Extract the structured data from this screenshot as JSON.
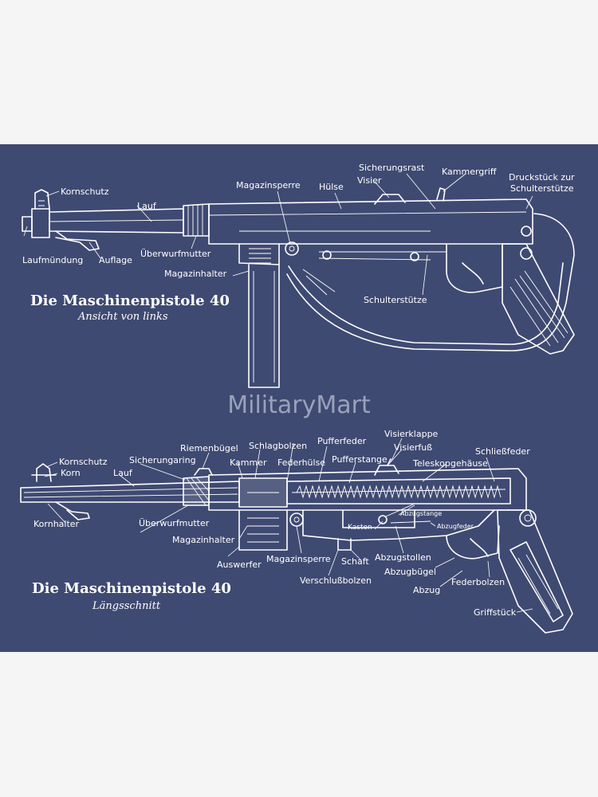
{
  "watermark": "MilitaryMart",
  "colors": {
    "background": "#3f4a72",
    "lines": "#ffffff",
    "page": "#f5f5f5"
  },
  "view_left": {
    "title": "Die Maschinenpistole 40",
    "subtitle": "Ansicht von links",
    "labels": {
      "kornschutz": "Kornschutz",
      "lauf": "Lauf",
      "laufmuendung": "Laufmündung",
      "auflage": "Auflage",
      "ueberwurfmutter": "Überwurfmutter",
      "magazinsperre": "Magazinsperre",
      "magazinhalter": "Magazinhalter",
      "huelse": "Hülse",
      "sicherungsrast": "Sicherungsrast",
      "visier": "Visier",
      "kammergriff": "Kammergriff",
      "druckstueck_1": "Druckstück zur",
      "druckstueck_2": "Schulterstütze",
      "schulterstuetze": "Schulterstütze"
    }
  },
  "view_section": {
    "title": "Die Maschinenpistole 40",
    "subtitle": "Längsschnitt",
    "labels": {
      "kornschutz": "Kornschutz",
      "korn": "Korn",
      "kornhalter": "Kornhalter",
      "sicherungaring": "Sicherungaring",
      "lauf": "Lauf",
      "riemenbuegel": "Riemenbügel",
      "schlagbolzen": "Schlagbolzen",
      "kammer": "Kammer",
      "federhuelse": "Federhülse",
      "pufferfeder": "Pufferfeder",
      "pufferstange": "Pufferstange",
      "visierklappe": "Visierklappe",
      "visierfuss": "Visierfuß",
      "teleskopgehaeuse": "Teleskopgehäuse",
      "schliessfeder": "Schließfeder",
      "ueberwurfmutter": "Überwurfmutter",
      "magazinhalter": "Magazinhalter",
      "auswerfer": "Auswerfer",
      "magazinsperre": "Magazinsperre",
      "verschlussbolzen": "Verschlußbolzen",
      "schaft": "Schaft",
      "kasten": "Kasten",
      "abzugstange": "Abzugstange",
      "abzugfeder": "Abzugfeder",
      "abzugstollen": "Abzugstollen",
      "abzugbuegel": "Abzugbügel",
      "abzug": "Abzug",
      "federbolzen": "Federbolzen",
      "griffstueck": "Griffstück"
    }
  }
}
